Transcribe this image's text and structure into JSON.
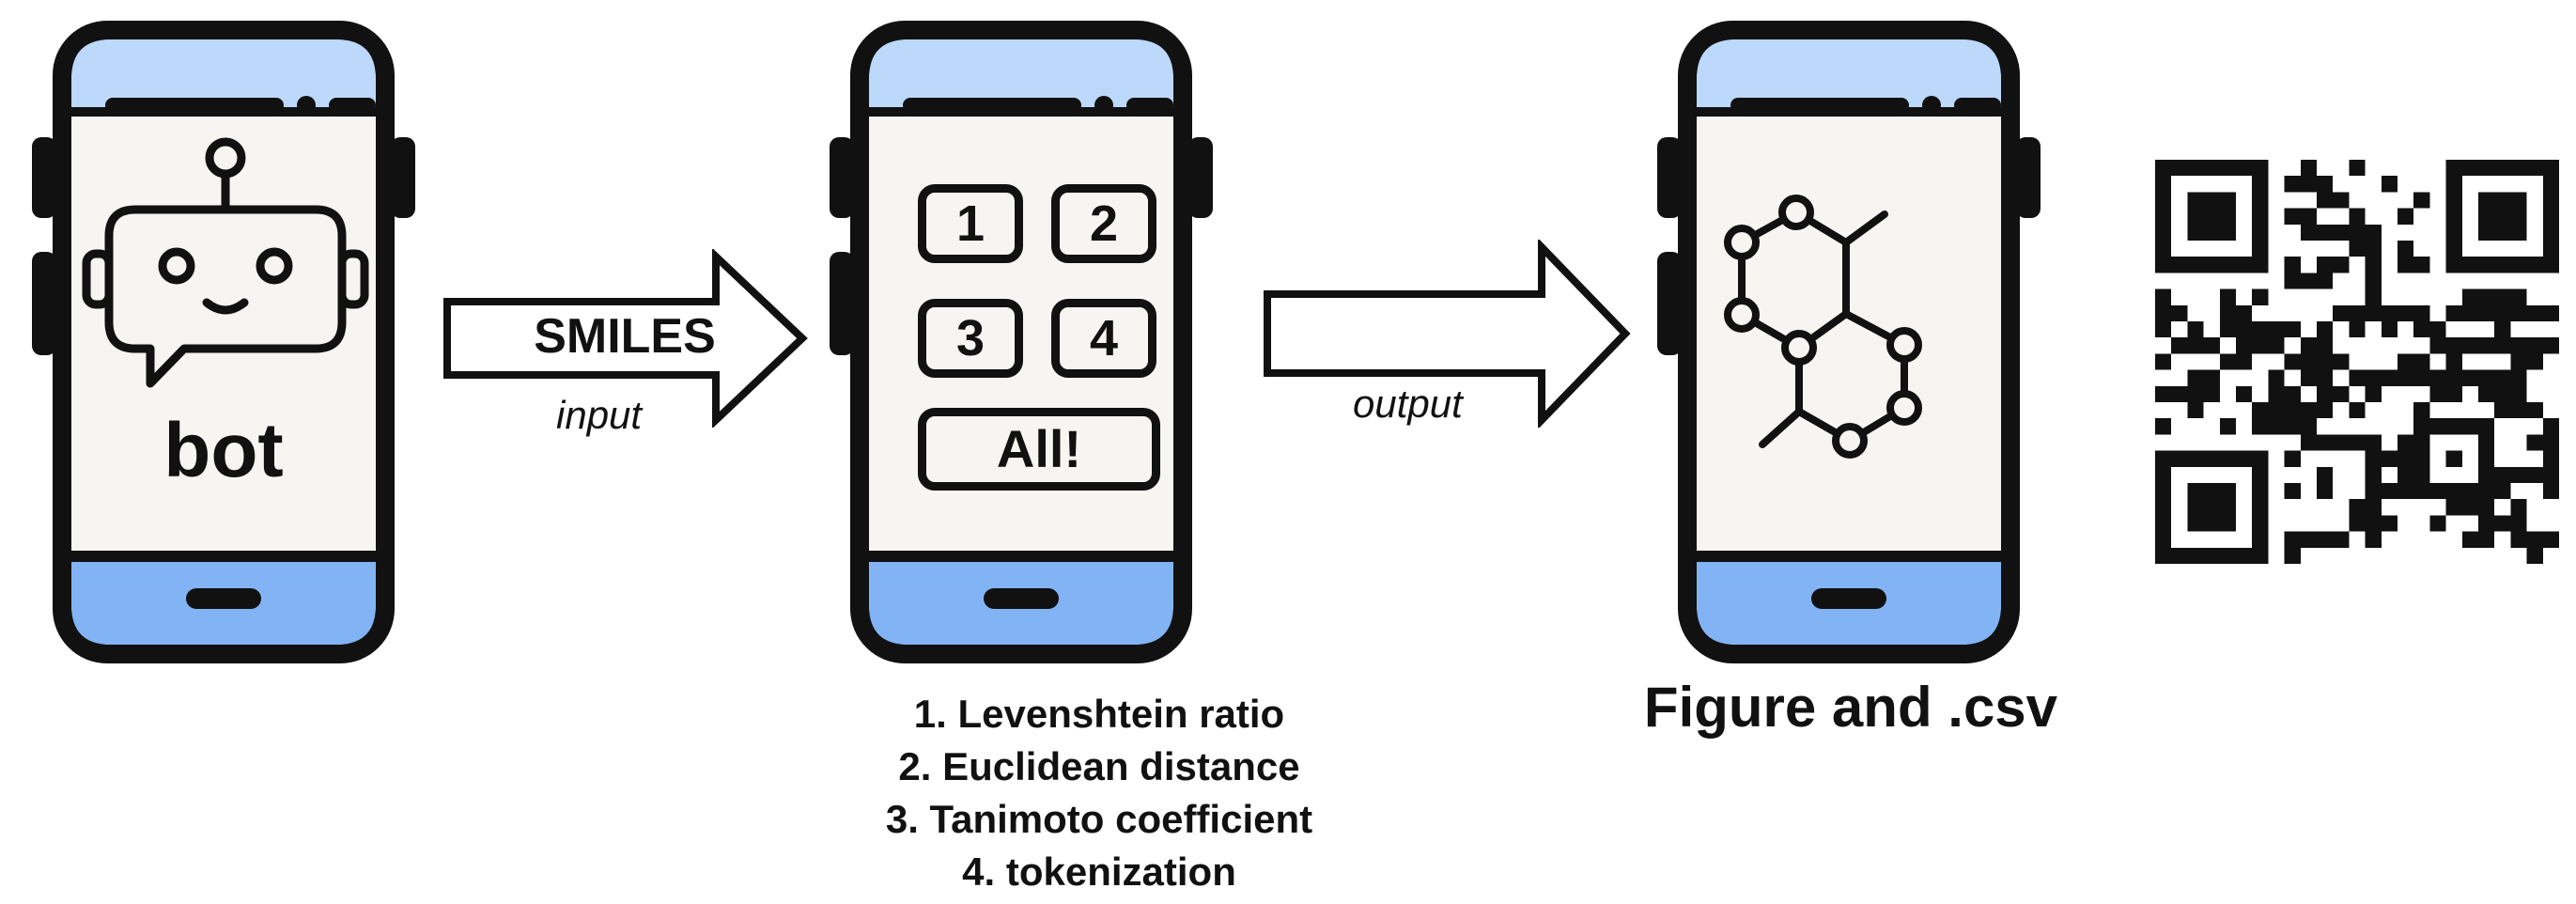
{
  "phone1": {
    "label": "bot"
  },
  "arrow1": {
    "label": "SMILES",
    "caption": "input"
  },
  "phone2": {
    "keys": [
      "1",
      "2",
      "3",
      "4"
    ],
    "all_label": "All!"
  },
  "arrow2": {
    "caption": "output"
  },
  "metrics": [
    "1. Levenshtein ratio",
    "2. Euclidean distance",
    "3. Tanimoto coefficient",
    "4. tokenization"
  ],
  "figure_caption": "Figure and .csv",
  "colors": {
    "outline": "#111111",
    "screen": "#f7f5f1",
    "accent_blue": "#82b4f5",
    "light_blue": "#bcd8fb"
  },
  "icons": [
    "robot-icon",
    "chat-bubble-icon",
    "molecule-icon",
    "qr-code-icon"
  ]
}
